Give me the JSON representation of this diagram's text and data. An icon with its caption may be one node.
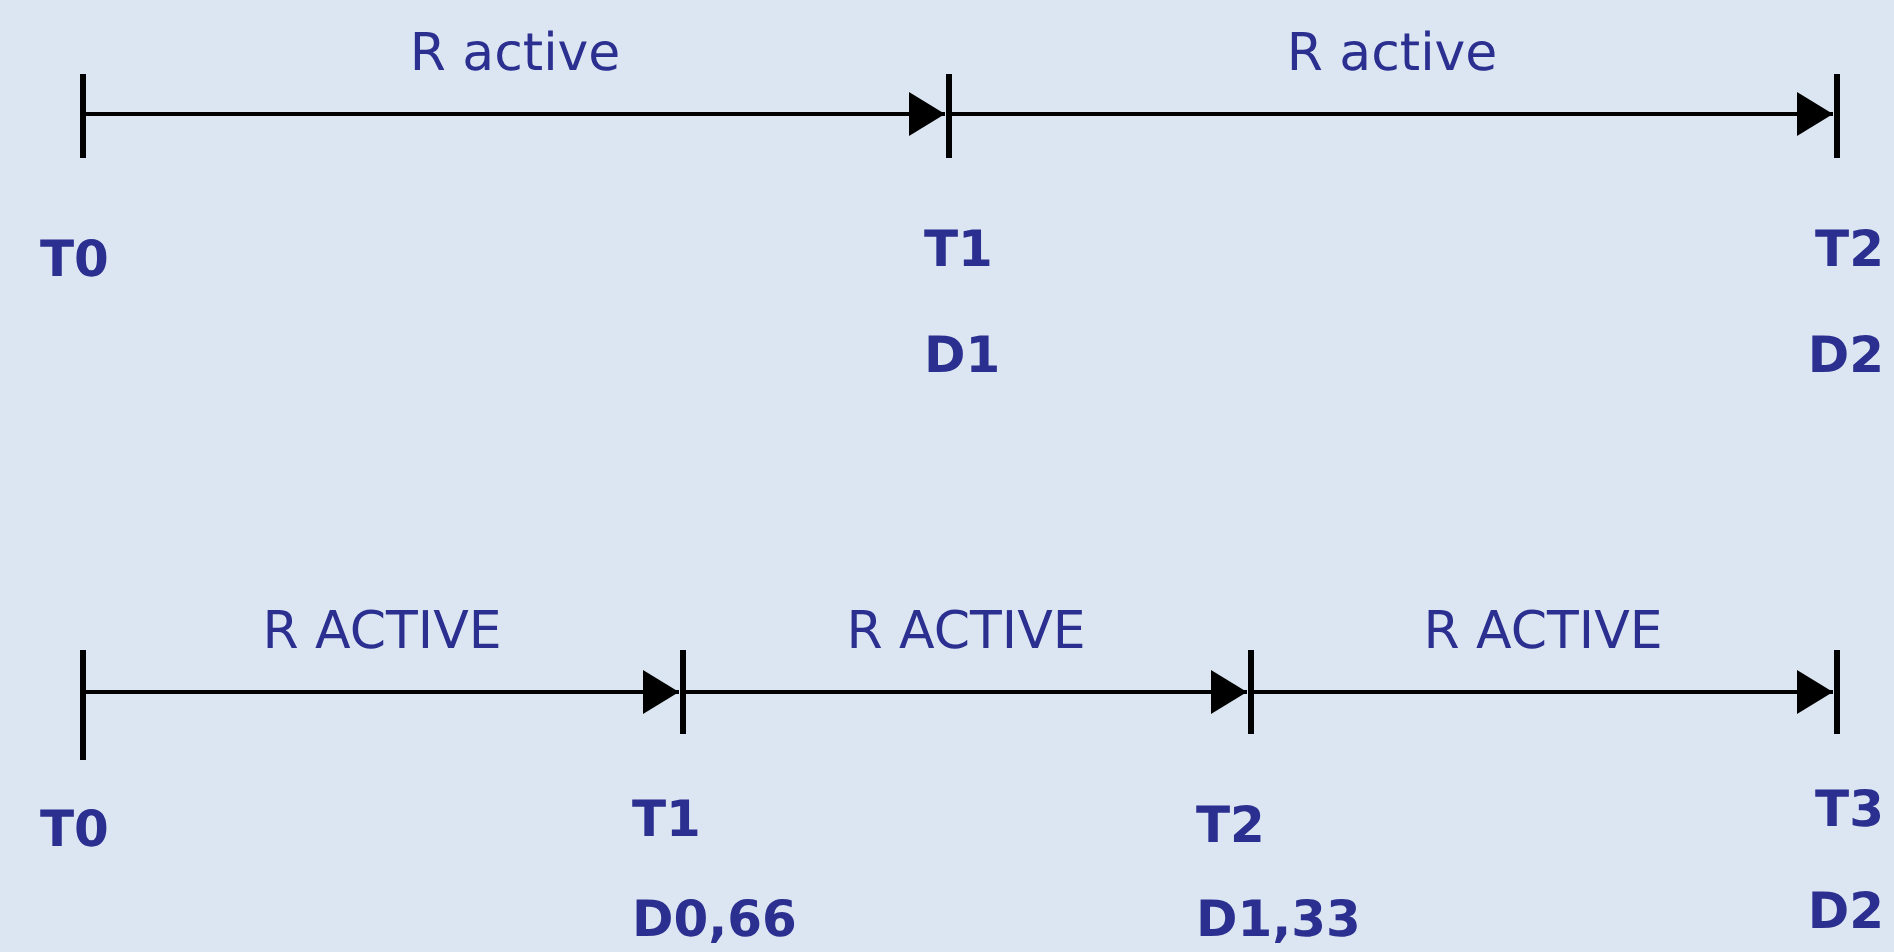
{
  "diagram": {
    "nodes": [
      {
        "text": [],
        "shape": "bar",
        "beside": [
          "T0"
        ]
      },
      {
        "text": [],
        "shape": "bar",
        "beside": [
          "T1",
          "D1"
        ]
      },
      {
        "text": [],
        "shape": "bar",
        "beside": [
          "T2",
          "D2"
        ]
      },
      {
        "text": [],
        "shape": "bar",
        "beside": [
          "T0"
        ]
      },
      {
        "text": [],
        "shape": "bar",
        "beside": [
          "T1",
          "D0,66"
        ]
      },
      {
        "text": [],
        "shape": "bar",
        "beside": [
          "T2",
          "D1,33"
        ]
      },
      {
        "text": [],
        "shape": "bar",
        "beside": [
          "T3",
          "D2"
        ]
      }
    ],
    "edges": [
      {
        "from": 0,
        "to": 1,
        "arrow": "to",
        "label": "R active"
      },
      {
        "from": 1,
        "to": 2,
        "arrow": "to",
        "label": "R active"
      },
      {
        "from": 3,
        "to": 4,
        "arrow": "to",
        "label": "R ACTIVE"
      },
      {
        "from": 4,
        "to": 5,
        "arrow": "to",
        "label": "R ACTIVE"
      },
      {
        "from": 5,
        "to": 6,
        "arrow": "to",
        "label": "R ACTIVE"
      }
    ]
  }
}
